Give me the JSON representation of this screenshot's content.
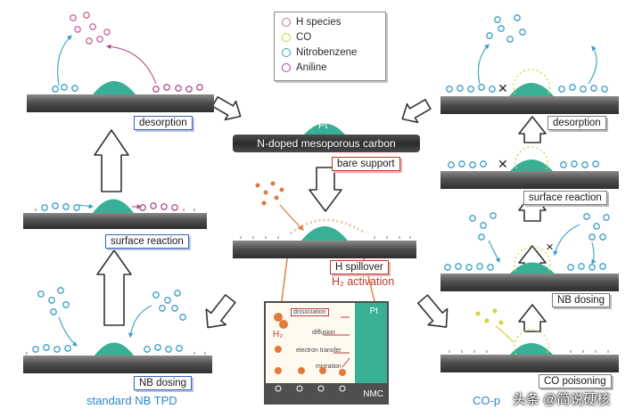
{
  "legend": {
    "items": [
      {
        "label": "H species",
        "color": "#c7679a"
      },
      {
        "label": "CO",
        "color": "#d2d23c"
      },
      {
        "label": "Nitrobenzene",
        "color": "#3a9fc7"
      },
      {
        "label": "Aniline",
        "color": "#9a4f8f"
      }
    ]
  },
  "center": {
    "metal_label": "Pt",
    "support_label": "N-doped mesoporous carbon",
    "bare_support": "bare support",
    "h_spillover": "H spillover",
    "h2_activation": "H₂ activation"
  },
  "left_panel": {
    "desorption": "desorption",
    "surface_reaction": "surface reaction",
    "nb_dosing": "NB dosing",
    "caption": "standard NB TPD"
  },
  "right_panel": {
    "desorption": "desorption",
    "surface_reaction": "surface reaction",
    "nb_dosing": "NB dosing",
    "co_poisoning": "CO poisoning",
    "caption": "CO-p"
  },
  "inset": {
    "metal": "Pt",
    "support": "NMC",
    "h2": "H₂",
    "dissociation": "dissociation",
    "diffusion": "diffusion",
    "electron_transfer": "electron transfer",
    "migration": "migration"
  },
  "watermark": "头条 @简说硬核",
  "colors": {
    "metal": "#39b095",
    "support": "#4a4a4a",
    "h_species": "#c7679a",
    "co": "#d2d23c",
    "nitrobenzene": "#3a9fc7",
    "aniline": "#9a4f8f",
    "caption": "#2b87c7",
    "frame_red": "#c0392b",
    "frame_blue": "#3a62b8"
  }
}
